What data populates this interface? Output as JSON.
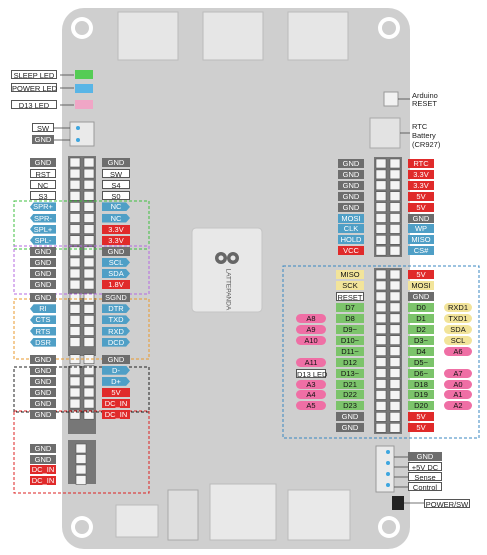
{
  "board": {
    "logo_text": "LATTEPANDA",
    "sleep_led": "SLEEP LED",
    "power_led": "POWER LED",
    "d13_led": "D13 LED",
    "sw": "SW",
    "gnd": "GND",
    "arduino_reset": [
      "Arduino",
      "RESET"
    ],
    "rtc_battery": [
      "RTC",
      "Battery",
      "(CR927)"
    ],
    "power_sw": "POWER/SW"
  },
  "left_outer": [
    "GND",
    "RST",
    "NC",
    "S3",
    "SPR+",
    "SPR-",
    "SPL+",
    "SPL-",
    "GND",
    "GND",
    "GND",
    "GND",
    "GND",
    "RI",
    "CTS",
    "RTS",
    "DSR",
    "GND",
    "GND",
    "GND",
    "GND",
    "GND",
    "GND"
  ],
  "left_inner": [
    "GND",
    "SW",
    "S4",
    "S0",
    "NC",
    "NC",
    "3.3V",
    "3.3V",
    "GND",
    "SCL",
    "SDA",
    "1.8V",
    "SGND",
    "DTR",
    "TXD",
    "RXD",
    "DCD",
    "GND",
    "D-",
    "D+",
    "5V",
    "DC_IN",
    "DC_IN"
  ],
  "bottom_left": [
    "GND",
    "GND",
    "DC_IN",
    "DC_IN"
  ],
  "right_inner_top": [
    "GND",
    "GND",
    "GND",
    "GND",
    "GND",
    "MOSI",
    "CLK",
    "HOLD",
    "VCC"
  ],
  "right_outer_top": [
    "RTC",
    "3.3V",
    "3.3V",
    "5V",
    "5V",
    "GND",
    "WP",
    "MISO",
    "CS#"
  ],
  "arduino_inner_left": [
    "MISO",
    "SCK",
    "RESET",
    "D7",
    "D8",
    "D9~",
    "D10~",
    "D11~",
    "D12",
    "D13~",
    "D21",
    "D22",
    "D23",
    "GND",
    "GND"
  ],
  "arduino_outer_left": [
    "",
    "",
    "",
    "",
    "A8",
    "A9",
    "A10",
    "",
    "A11",
    "D13 LED",
    "A3",
    "A4",
    "A5",
    "",
    ""
  ],
  "arduino_inner_right": [
    "5V",
    "MOSI",
    "GND",
    "D0",
    "D1",
    "D2",
    "D3~",
    "D4",
    "D5~",
    "D6~",
    "D18",
    "D19",
    "D20",
    "5V",
    "5V"
  ],
  "arduino_outer_right": [
    "",
    "",
    "",
    "RXD1",
    "TXD1",
    "SDA",
    "SCL",
    "A6",
    "",
    "A7",
    "A0",
    "A1",
    "A2",
    "",
    ""
  ],
  "power_connector": [
    "GND",
    "+5V DC",
    "Sense",
    "Control"
  ],
  "colors": {
    "board": "#cfcfcf",
    "ground": "#6d6d6d",
    "power": "#e02a2a",
    "data": "#4f9fc6",
    "digital": "#7cc46b",
    "serial": "#f2e49a",
    "analog": "#ef6fa5",
    "sleep_led": "#55cc55",
    "power_led": "#59b5e6",
    "d13_led": "#f0a6c6"
  }
}
